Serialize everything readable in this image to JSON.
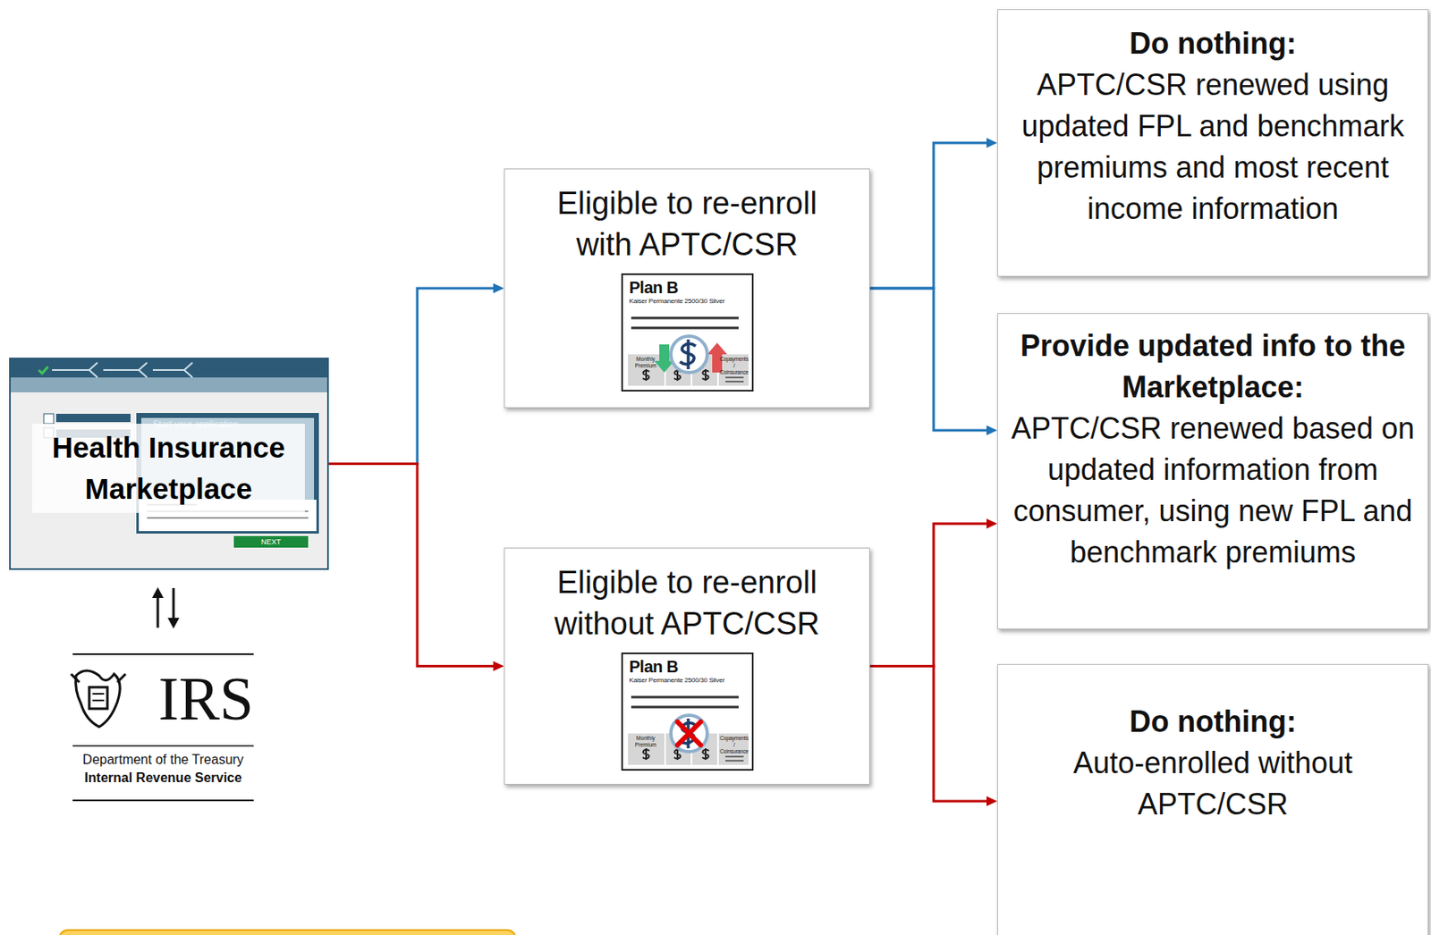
{
  "diagram": {
    "nodes": [
      {
        "text": [
          "Health Insurance Marketplace"
        ]
      },
      {
        "text": [
          "Eligible to re-enroll with APTC/CSR"
        ]
      },
      {
        "text": [
          "Eligible to re-enroll without APTC/CSR"
        ]
      },
      {
        "text": [
          "Do nothing:",
          "APTC/CSR renewed using updated FPL and benchmark premiums and most recent income information"
        ]
      },
      {
        "text": [
          "Provide updated info to the Marketplace:",
          "APTC/CSR renewed based on updated information from consumer, using new FPL and benchmark premiums"
        ]
      },
      {
        "text": [
          "Do nothing:",
          "Auto-enrolled without APTC/CSR"
        ]
      }
    ],
    "edges": [
      {
        "from": 0,
        "to": 1,
        "arrow": "to"
      },
      {
        "from": 0,
        "to": 2,
        "arrow": "to"
      },
      {
        "from": 1,
        "to": 3,
        "arrow": "to"
      },
      {
        "from": 1,
        "to": 4,
        "arrow": "to"
      },
      {
        "from": 2,
        "to": 4,
        "arrow": "to"
      },
      {
        "from": 2,
        "to": 5,
        "arrow": "to"
      }
    ],
    "labels": [
      "Start your application",
      "NEXT",
      "IRS",
      "Department of the Treasury",
      "Internal Revenue Service",
      "Plan B",
      "Kaiser Permanente 2500/30 Silver",
      "Monthly Premium",
      "Copayments / Coinsurance",
      "Plan B",
      "Kaiser Permanente 2500/30 Silver",
      "Monthly Premium",
      "Copayments / Coinsurance"
    ]
  }
}
